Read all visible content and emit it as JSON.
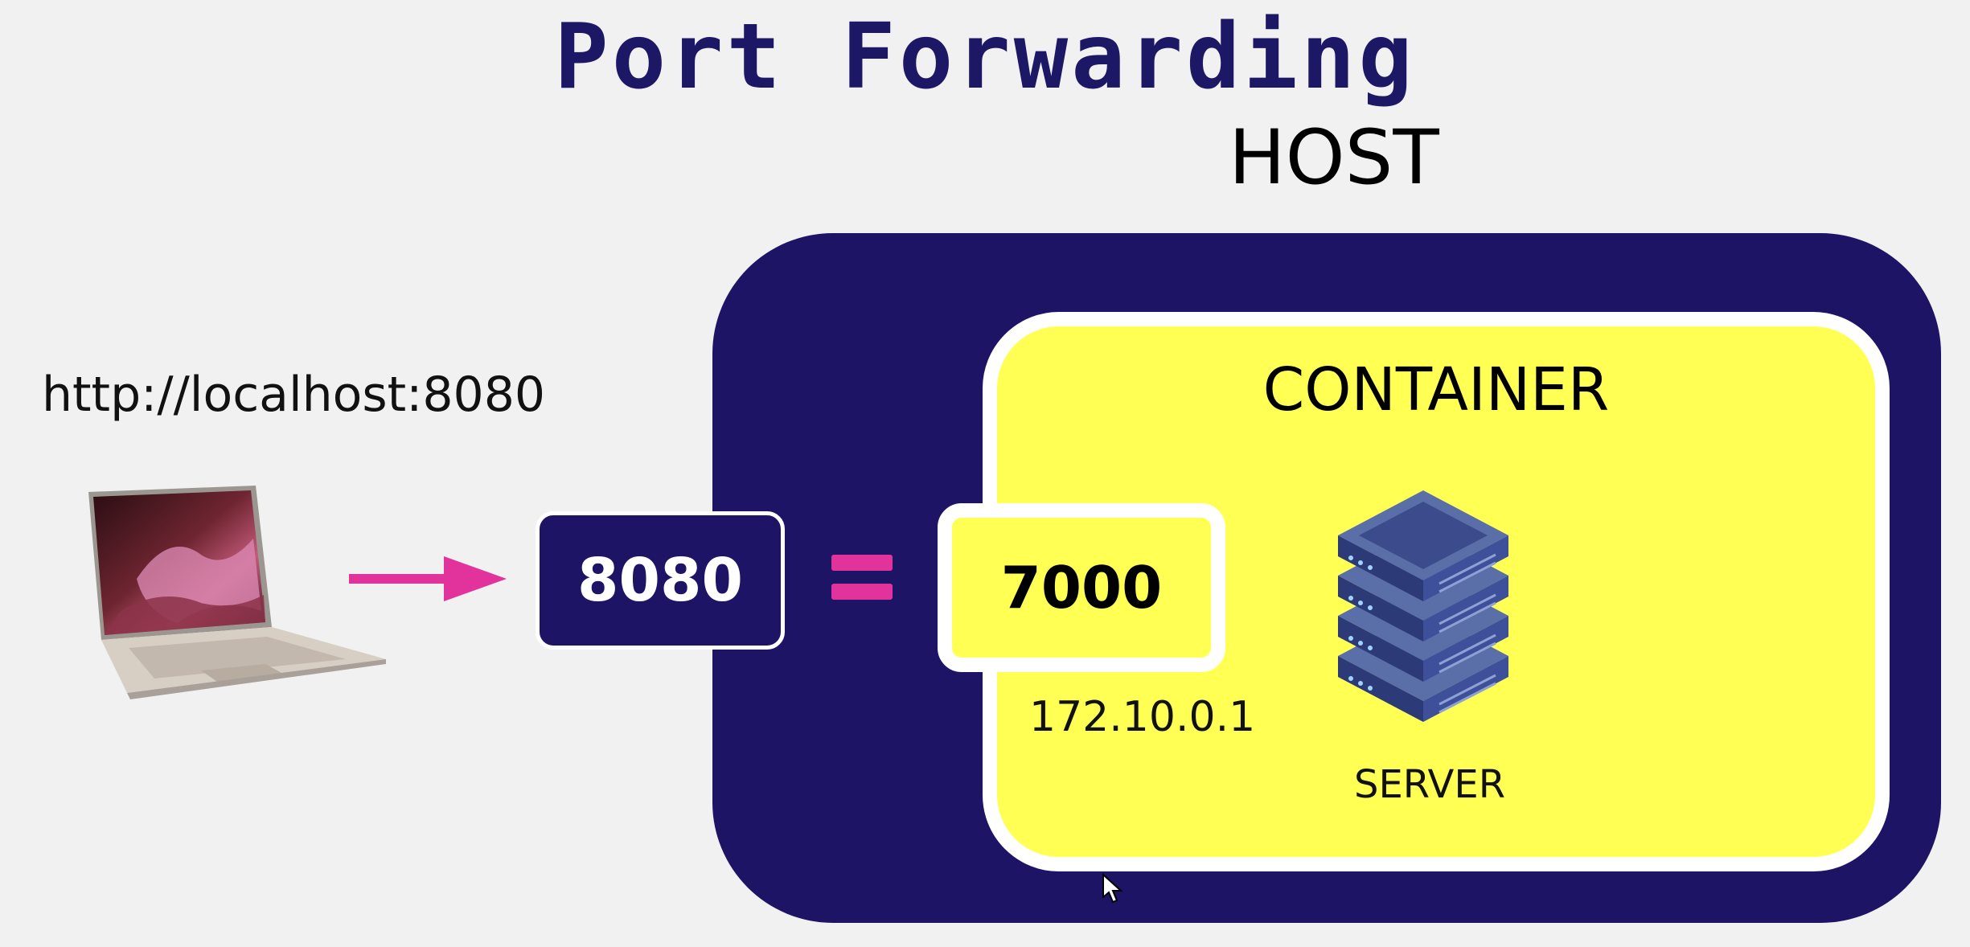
{
  "title": "Port Forwarding",
  "host": {
    "label": "HOST"
  },
  "container": {
    "label": "CONTAINER",
    "port": "7000",
    "ip": "172.10.0.1"
  },
  "client": {
    "url": "http://localhost:8080",
    "host_port": "8080"
  },
  "server": {
    "label": "SERVER"
  },
  "icons": {
    "laptop": "laptop-icon",
    "arrow": "arrow-right-icon",
    "equals": "equals-icon",
    "server": "server-rack-icon",
    "cursor": "mouse-cursor-icon"
  },
  "colors": {
    "navy": "#1d1466",
    "yellow": "#ffff54",
    "magenta": "#e2329b",
    "title": "#1d1866"
  }
}
